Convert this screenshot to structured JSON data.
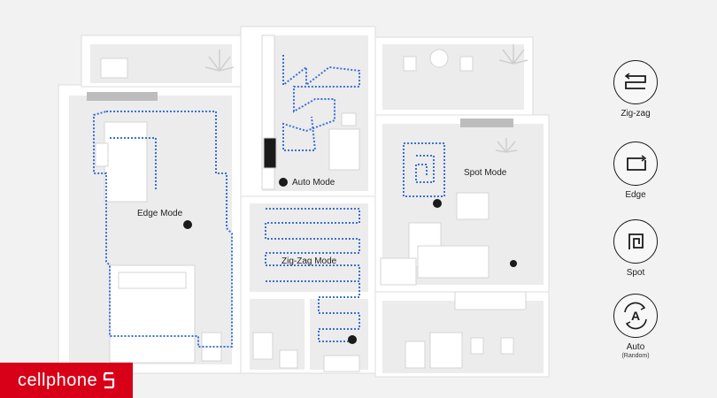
{
  "floorplan": {
    "labels": {
      "edge_mode": "Edge Mode",
      "auto_mode": "Auto Mode",
      "spot_mode": "Spot Mode",
      "zigzag_mode": "Zig-Zag Mode"
    }
  },
  "legend": {
    "items": [
      {
        "label": "Zig-zag",
        "icon": "zigzag-icon"
      },
      {
        "label": "Edge",
        "icon": "edge-icon"
      },
      {
        "label": "Spot",
        "icon": "spot-icon"
      },
      {
        "label": "Auto",
        "sublabel": "(Random)",
        "icon": "auto-icon",
        "glyph": "A"
      }
    ]
  },
  "brand": {
    "text": "cellphone",
    "mark": "S",
    "color": "#d70018"
  },
  "colors": {
    "path": "#3a6fd8",
    "robot": "#1a1a1a",
    "walls": "#ffffff",
    "floor": "#ededed"
  }
}
